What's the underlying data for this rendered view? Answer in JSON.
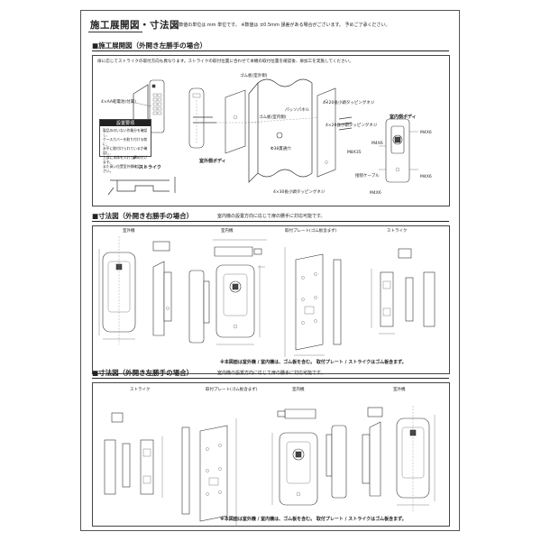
{
  "header": {
    "title": "施工展開図・寸法図",
    "note": "※数値の単位は mm 単位です。 ※数値は ±0.5mm 誤差がある場合がございます。 予めご了承ください。"
  },
  "section1": {
    "title": "■施工展開図（外開き左勝手の場合）",
    "intro": "扉に応じてストライクの取付方向も異なります。ストライクの取付位置に合わせて本機の取付位置を確認後、扉加工を実施してください。",
    "labels": {
      "battery": "4×AA乾電池(付属)",
      "outdoor_plate": "ゴム板(室外側)",
      "screw_top": "4×20長小頭タッピングネジ",
      "rubber_indoor": "ゴム板(室内側)",
      "packing": "パッソパネル",
      "screw_mid": "4×20長小頭タッピングネジ",
      "hole": "Φ38貫通穴",
      "bolt": "M8X35",
      "cable": "接続ケーブル",
      "screw_bottom": "4×30長小頭タッピングネジ",
      "indoor_body": "室内側ボディ",
      "outdoor_body": "室外側ボディ",
      "strike": "ストライク",
      "m4x6_a": "M4X6",
      "m4x6_b": "M4X6",
      "m4x6_c": "M4X6",
      "m4x6_d": "M4X6"
    },
    "warning": {
      "title": "設置要項",
      "text": "製品ののいない作業分を確認し、\nケースカバーを取り付ける前に、\n水平に取付けられているか確認し、\n上部に本体を入れて締め付けます。\nまた高い位置室外側確認ください。"
    }
  },
  "section2": {
    "title": "■寸法図（外開き右勝手の場合）",
    "subnote": "室内機の設置方向に応じて扉の勝手に対応可能です。",
    "labels": {
      "outdoor": "室外機",
      "indoor": "室内機",
      "plate": "取付プレート(ゴム板含まず)",
      "strike": "ストライク"
    },
    "footnote": "※本図面は室外機 / 室内機は、ゴム板を含む。 取付プレート / ストライクはゴム板含まず。"
  },
  "section3": {
    "title": "■寸法図（外開き左勝手の場合）",
    "subnote": "室内機の設置方向に応じて扉の勝手に対応可能です。",
    "labels": {
      "strike": "ストライク",
      "plate": "取付プレート(ゴム板含まず)",
      "indoor": "室内機",
      "outdoor": "室外機"
    },
    "footnote": "※本図面は室外機 / 室内機は、ゴム板を含む。 取付プレート / ストライクはゴム板含まず。"
  }
}
